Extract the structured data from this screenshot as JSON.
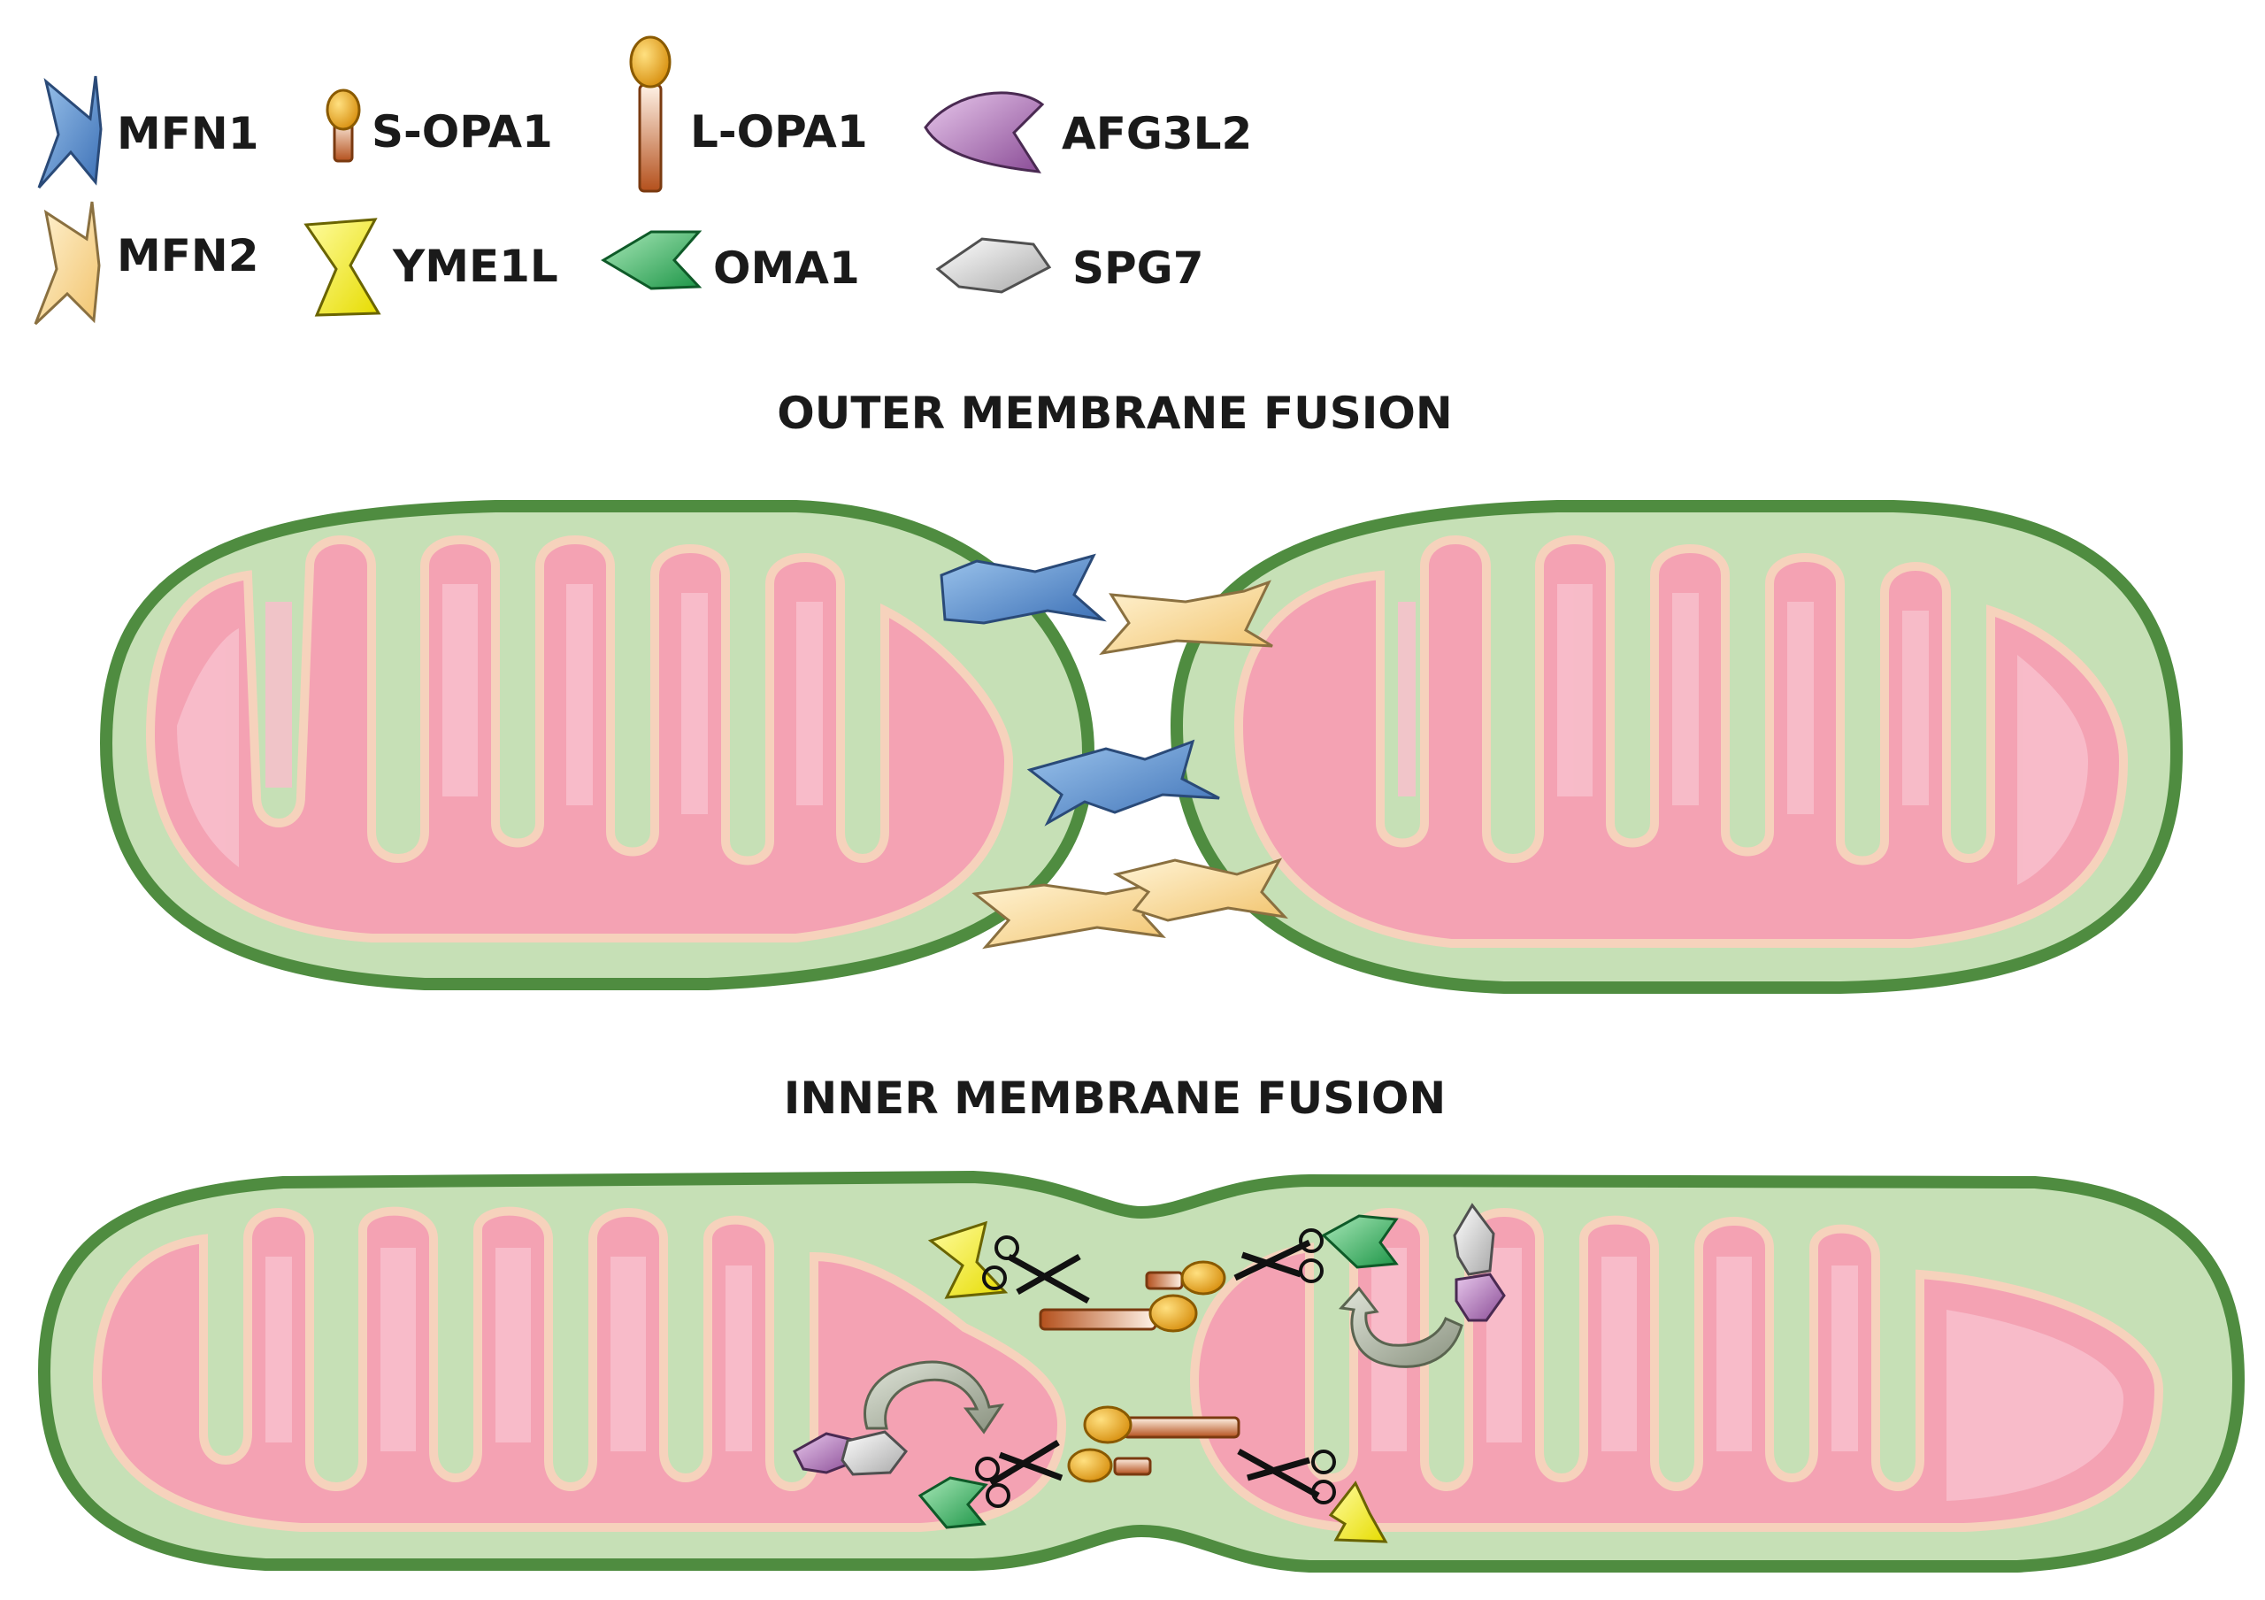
{
  "legend": {
    "mfn1": "MFN1",
    "mfn2": "MFN2",
    "s_opa1": "S-OPA1",
    "yme1l": "YME1L",
    "l_opa1": "L-OPA1",
    "oma1": "OMA1",
    "afg3l2": "AFG3L2",
    "spg7": "SPG7"
  },
  "sections": {
    "outer_title": "OUTER MEMBRANE FUSION",
    "inner_title": "INNER MEMBRANE FUSION"
  },
  "colors": {
    "outer_membrane": "#5a9a4a",
    "intermembrane": "#c4dfb4",
    "inner_membrane": "#f3c9b8",
    "matrix": "#f39fb0",
    "mfn1": "#4a7fc0",
    "mfn2": "#f6d28e",
    "yme1l": "#f4ee22",
    "oma1": "#2fa85a",
    "afg3l2": "#a06aa8",
    "spg7": "#c8c8c8",
    "opa1_head": "#e8a418",
    "opa1_stalk": "#c0602a"
  },
  "icons": [
    "mfn1-icon",
    "mfn2-icon",
    "s-opa1-icon",
    "yme1l-icon",
    "l-opa1-icon",
    "oma1-icon",
    "afg3l2-icon",
    "spg7-icon",
    "scissors-icon",
    "arrow-icon"
  ]
}
